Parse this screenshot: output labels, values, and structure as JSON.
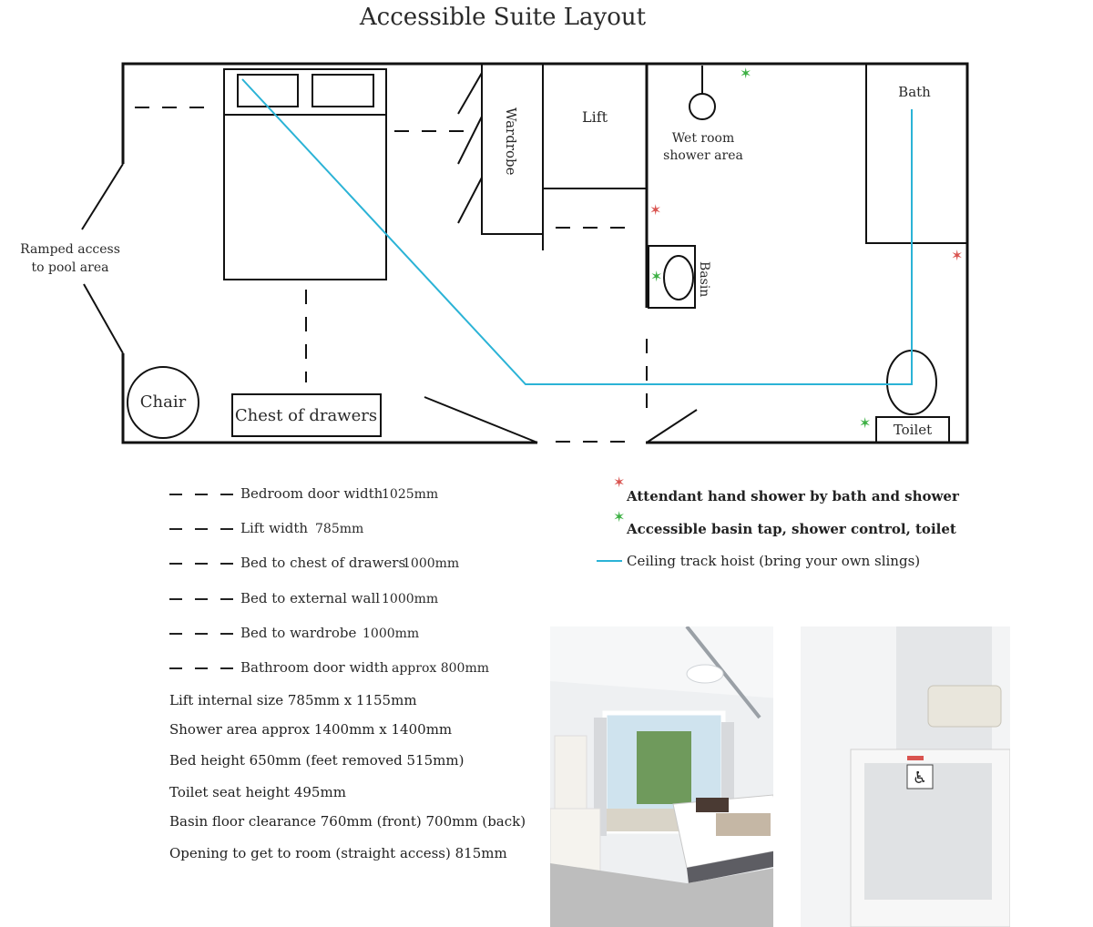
{
  "title": "Accessible Suite Layout",
  "plan_labels": {
    "wardrobe": "Wardrobe",
    "lift": "Lift",
    "wet_room_line1": "Wet room",
    "wet_room_line2": "shower area",
    "bath": "Bath",
    "basin": "Basin",
    "ramp_line1": "Ramped access",
    "ramp_line2": "to pool area",
    "chair": "Chair",
    "chest": "Chest of drawers",
    "toilet": "Toilet"
  },
  "legend_dashes": [
    {
      "label": "Bedroom door width",
      "value": "1025mm"
    },
    {
      "label": "Lift width",
      "value": "785mm"
    },
    {
      "label": "Bed to chest of drawers",
      "value": "1000mm"
    },
    {
      "label": "Bed to external wall",
      "value": "1000mm"
    },
    {
      "label": "Bed to wardrobe",
      "value": "1000mm"
    },
    {
      "label": "Bathroom door width",
      "value": "approx 800mm"
    }
  ],
  "specs": [
    "Lift internal size 785mm x 1155mm",
    "Shower area approx 1400mm x 1400mm",
    "Bed height 650mm (feet removed 515mm)",
    "Toilet seat height 495mm",
    "Basin floor clearance 760mm (front) 700mm (back)",
    "Opening to get to room (straight access) 815mm"
  ],
  "legend_symbols": {
    "red_star": "Attendant hand shower by bath and shower",
    "green_star": "Accessible basin tap, shower control, toilet",
    "hoist": "Ceiling track hoist (bring your own slings)"
  },
  "colors": {
    "red_star": "#d9534f",
    "green_star": "#3cb043",
    "hoist": "#2bb3d6",
    "walls": "#111111"
  },
  "photo_sign": "♿"
}
